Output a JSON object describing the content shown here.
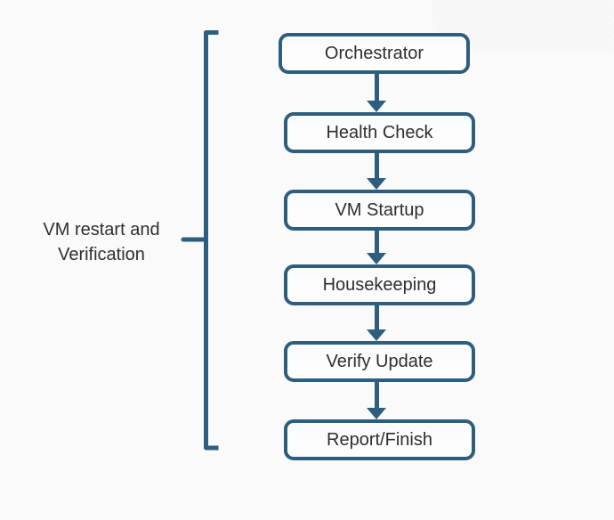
{
  "diagram": {
    "bracket_label": "VM restart and Verification",
    "steps": [
      {
        "label": "Orchestrator"
      },
      {
        "label": "Health Check"
      },
      {
        "label": "VM Startup"
      },
      {
        "label": "Housekeeping"
      },
      {
        "label": "Verify Update"
      },
      {
        "label": "Report/Finish"
      }
    ],
    "colors": {
      "accent": "#2e5e7e",
      "background": "#fafafa",
      "node_fill": "#fdfdfe",
      "text": "#2e2e2e"
    }
  }
}
